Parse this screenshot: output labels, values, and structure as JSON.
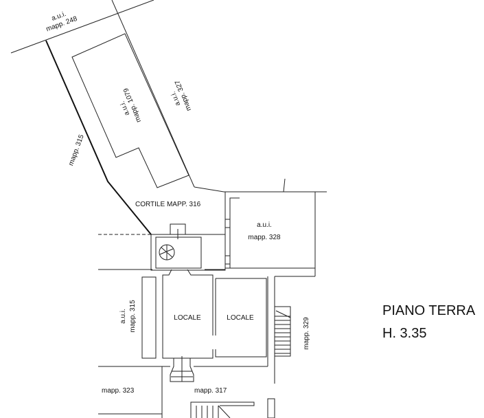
{
  "plan": {
    "labels": {
      "aui_248_a": "a.u.i.",
      "aui_248_b": "mapp. 248",
      "aui_1079_a": "a.u.i.",
      "aui_1079_b": "mapp. 1079",
      "aui_327_a": "a.u.i.",
      "aui_327_b": "mapp. 327",
      "mapp_315_top": "mapp. 315",
      "cortile": "CORTILE MAPP. 316",
      "aui_328_a": "a.u.i.",
      "aui_328_b": "mapp. 328",
      "aui_315_a": "a.u.i.",
      "aui_315_b": "mapp. 315",
      "locale_1": "LOCALE",
      "locale_2": "LOCALE",
      "mapp_329": "mapp. 329",
      "mapp_323": "mapp. 323",
      "mapp_317": "mapp. 317"
    },
    "floor_title": "PIANO TERRA",
    "floor_height": "H. 3.35"
  }
}
